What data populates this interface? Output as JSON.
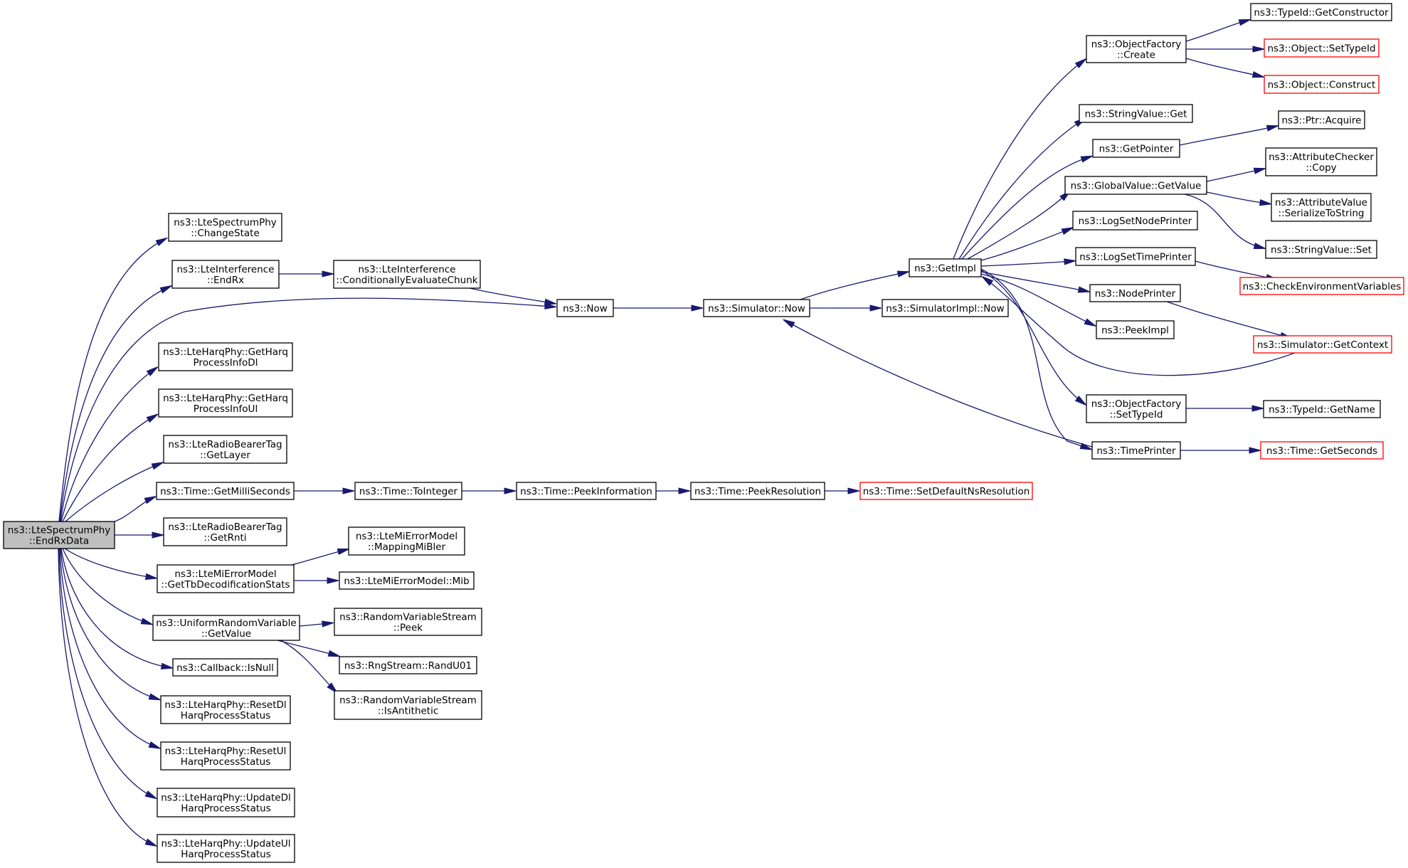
{
  "diagram": {
    "nodes": [
      {
        "id": "endrx",
        "lines": [
          "ns3::LteSpectrumPhy",
          "::EndRxData"
        ],
        "style": "root"
      },
      {
        "id": "changestate",
        "lines": [
          "ns3::LteSpectrumPhy",
          "::ChangeState"
        ],
        "style": "plain"
      },
      {
        "id": "lteintEndrx",
        "lines": [
          "ns3::LteInterference",
          "::EndRx"
        ],
        "style": "plain"
      },
      {
        "id": "condeval",
        "lines": [
          "ns3::LteInterference",
          "::ConditionallyEvaluateChunk"
        ],
        "style": "plain"
      },
      {
        "id": "now",
        "lines": [
          "ns3::Now"
        ],
        "style": "plain"
      },
      {
        "id": "simnow",
        "lines": [
          "ns3::Simulator::Now"
        ],
        "style": "plain"
      },
      {
        "id": "simimplnow",
        "lines": [
          "ns3::SimulatorImpl::Now"
        ],
        "style": "plain"
      },
      {
        "id": "getimpl",
        "lines": [
          "ns3::GetImpl"
        ],
        "style": "plain"
      },
      {
        "id": "harqdl",
        "lines": [
          "ns3::LteHarqPhy::GetHarq",
          "ProcessInfoDl"
        ],
        "style": "plain"
      },
      {
        "id": "harqul",
        "lines": [
          "ns3::LteHarqPhy::GetHarq",
          "ProcessInfoUl"
        ],
        "style": "plain"
      },
      {
        "id": "getlayer",
        "lines": [
          "ns3::LteRadioBearerTag",
          "::GetLayer"
        ],
        "style": "plain"
      },
      {
        "id": "getms",
        "lines": [
          "ns3::Time::GetMilliSeconds"
        ],
        "style": "plain"
      },
      {
        "id": "tointeger",
        "lines": [
          "ns3::Time::ToInteger"
        ],
        "style": "plain"
      },
      {
        "id": "peekinfo",
        "lines": [
          "ns3::Time::PeekInformation"
        ],
        "style": "plain"
      },
      {
        "id": "peekres",
        "lines": [
          "ns3::Time::PeekResolution"
        ],
        "style": "plain"
      },
      {
        "id": "setdefres",
        "lines": [
          "ns3::Time::SetDefaultNsResolution"
        ],
        "style": "ext"
      },
      {
        "id": "getrnti",
        "lines": [
          "ns3::LteRadioBearerTag",
          "::GetRnti"
        ],
        "style": "plain"
      },
      {
        "id": "mappingmibler",
        "lines": [
          "ns3::LteMiErrorModel",
          "::MappingMiBler"
        ],
        "style": "plain"
      },
      {
        "id": "gettb",
        "lines": [
          "ns3::LteMiErrorModel",
          "::GetTbDecodificationStats"
        ],
        "style": "plain"
      },
      {
        "id": "mib",
        "lines": [
          "ns3::LteMiErrorModel::Mib"
        ],
        "style": "plain"
      },
      {
        "id": "urvget",
        "lines": [
          "ns3::UniformRandomVariable",
          "::GetValue"
        ],
        "style": "plain"
      },
      {
        "id": "rvspeek",
        "lines": [
          "ns3::RandomVariableStream",
          "::Peek"
        ],
        "style": "plain"
      },
      {
        "id": "randu01",
        "lines": [
          "ns3::RngStream::RandU01"
        ],
        "style": "plain"
      },
      {
        "id": "isanti",
        "lines": [
          "ns3::RandomVariableStream",
          "::IsAntithetic"
        ],
        "style": "plain"
      },
      {
        "id": "isnull",
        "lines": [
          "ns3::Callback::IsNull"
        ],
        "style": "plain"
      },
      {
        "id": "resetdl",
        "lines": [
          "ns3::LteHarqPhy::ResetDl",
          "HarqProcessStatus"
        ],
        "style": "plain"
      },
      {
        "id": "resetul",
        "lines": [
          "ns3::LteHarqPhy::ResetUl",
          "HarqProcessStatus"
        ],
        "style": "plain"
      },
      {
        "id": "updatedl",
        "lines": [
          "ns3::LteHarqPhy::UpdateDl",
          "HarqProcessStatus"
        ],
        "style": "plain"
      },
      {
        "id": "updateul",
        "lines": [
          "ns3::LteHarqPhy::UpdateUl",
          "HarqProcessStatus"
        ],
        "style": "plain"
      },
      {
        "id": "ofcreate",
        "lines": [
          "ns3::ObjectFactory",
          "::Create"
        ],
        "style": "plain"
      },
      {
        "id": "getctor",
        "lines": [
          "ns3::TypeId::GetConstructor"
        ],
        "style": "plain"
      },
      {
        "id": "settypeid",
        "lines": [
          "ns3::Object::SetTypeId"
        ],
        "style": "ext"
      },
      {
        "id": "construct",
        "lines": [
          "ns3::Object::Construct"
        ],
        "style": "ext"
      },
      {
        "id": "strvalget",
        "lines": [
          "ns3::StringValue::Get"
        ],
        "style": "plain"
      },
      {
        "id": "getpointer",
        "lines": [
          "ns3::GetPointer"
        ],
        "style": "plain"
      },
      {
        "id": "ptracquire",
        "lines": [
          "ns3::Ptr::Acquire"
        ],
        "style": "plain"
      },
      {
        "id": "gvgetvalue",
        "lines": [
          "ns3::GlobalValue::GetValue"
        ],
        "style": "plain"
      },
      {
        "id": "accopy",
        "lines": [
          "ns3::AttributeChecker",
          "::Copy"
        ],
        "style": "plain"
      },
      {
        "id": "avser",
        "lines": [
          "ns3::AttributeValue",
          "::SerializeToString"
        ],
        "style": "plain"
      },
      {
        "id": "strvalset",
        "lines": [
          "ns3::StringValue::Set"
        ],
        "style": "plain"
      },
      {
        "id": "lognode",
        "lines": [
          "ns3::LogSetNodePrinter"
        ],
        "style": "plain"
      },
      {
        "id": "logtime",
        "lines": [
          "ns3::LogSetTimePrinter"
        ],
        "style": "plain"
      },
      {
        "id": "checkenv",
        "lines": [
          "ns3::CheckEnvironmentVariables"
        ],
        "style": "ext"
      },
      {
        "id": "nodeprinter",
        "lines": [
          "ns3::NodePrinter"
        ],
        "style": "plain"
      },
      {
        "id": "peekimpl",
        "lines": [
          "ns3::PeekImpl"
        ],
        "style": "plain"
      },
      {
        "id": "getcontext",
        "lines": [
          "ns3::Simulator::GetContext"
        ],
        "style": "ext"
      },
      {
        "id": "ofsettypeid",
        "lines": [
          "ns3::ObjectFactory",
          "::SetTypeId"
        ],
        "style": "plain"
      },
      {
        "id": "gettypename",
        "lines": [
          "ns3::TypeId::GetName"
        ],
        "style": "plain"
      },
      {
        "id": "timeprinter",
        "lines": [
          "ns3::TimePrinter"
        ],
        "style": "plain"
      },
      {
        "id": "getseconds",
        "lines": [
          "ns3::Time::GetSeconds"
        ],
        "style": "ext"
      }
    ],
    "edges": [
      [
        "endrx",
        "changestate"
      ],
      [
        "endrx",
        "lteintEndrx"
      ],
      [
        "endrx",
        "now"
      ],
      [
        "endrx",
        "harqdl"
      ],
      [
        "endrx",
        "harqul"
      ],
      [
        "endrx",
        "getlayer"
      ],
      [
        "endrx",
        "getms"
      ],
      [
        "endrx",
        "getrnti"
      ],
      [
        "endrx",
        "gettb"
      ],
      [
        "endrx",
        "urvget"
      ],
      [
        "endrx",
        "isnull"
      ],
      [
        "endrx",
        "resetdl"
      ],
      [
        "endrx",
        "resetul"
      ],
      [
        "endrx",
        "updatedl"
      ],
      [
        "endrx",
        "updateul"
      ],
      [
        "lteintEndrx",
        "condeval"
      ],
      [
        "condeval",
        "now"
      ],
      [
        "now",
        "simnow"
      ],
      [
        "simnow",
        "simimplnow"
      ],
      [
        "simnow",
        "getimpl"
      ],
      [
        "getms",
        "tointeger"
      ],
      [
        "tointeger",
        "peekinfo"
      ],
      [
        "peekinfo",
        "peekres"
      ],
      [
        "peekres",
        "setdefres"
      ],
      [
        "gettb",
        "mappingmibler"
      ],
      [
        "gettb",
        "mib"
      ],
      [
        "urvget",
        "rvspeek"
      ],
      [
        "urvget",
        "randu01"
      ],
      [
        "urvget",
        "isanti"
      ],
      [
        "getimpl",
        "ofcreate"
      ],
      [
        "getimpl",
        "strvalget"
      ],
      [
        "getimpl",
        "getpointer"
      ],
      [
        "getimpl",
        "gvgetvalue"
      ],
      [
        "getimpl",
        "lognode"
      ],
      [
        "getimpl",
        "logtime"
      ],
      [
        "getimpl",
        "nodeprinter"
      ],
      [
        "getimpl",
        "peekimpl"
      ],
      [
        "getimpl",
        "ofsettypeid"
      ],
      [
        "getimpl",
        "timeprinter"
      ],
      [
        "ofcreate",
        "getctor"
      ],
      [
        "ofcreate",
        "settypeid"
      ],
      [
        "ofcreate",
        "construct"
      ],
      [
        "getpointer",
        "ptracquire"
      ],
      [
        "gvgetvalue",
        "accopy"
      ],
      [
        "gvgetvalue",
        "avser"
      ],
      [
        "gvgetvalue",
        "strvalset"
      ],
      [
        "logtime",
        "checkenv"
      ],
      [
        "nodeprinter",
        "getcontext"
      ],
      [
        "getcontext",
        "getimpl"
      ],
      [
        "ofsettypeid",
        "gettypename"
      ],
      [
        "timeprinter",
        "getseconds"
      ],
      [
        "timeprinter",
        "simnow"
      ]
    ]
  }
}
